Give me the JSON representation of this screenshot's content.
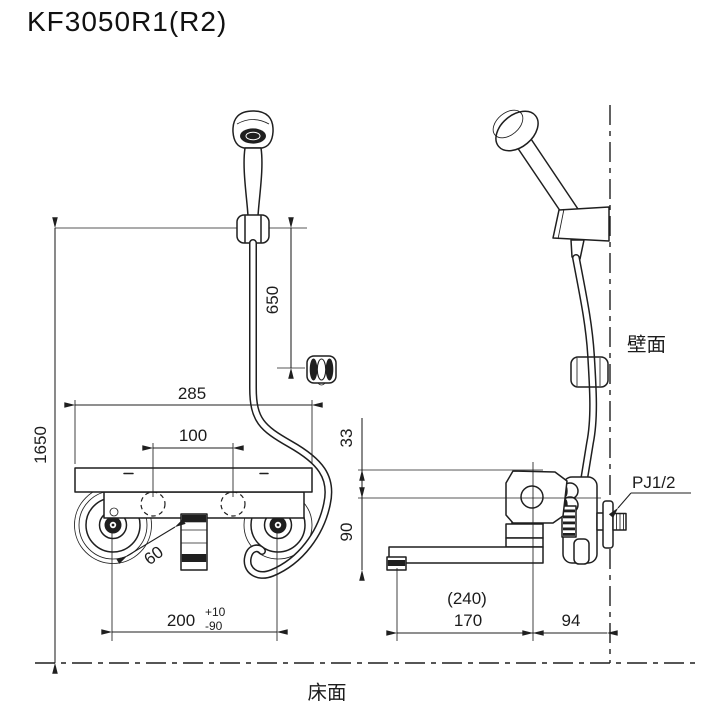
{
  "title": "KF3050R1(R2)",
  "labels": {
    "wall": "壁面",
    "floor": "床面",
    "pipe_thread": "PJ1/2"
  },
  "front_view": {
    "overall_height": "1650",
    "hose_drop": "650",
    "body_width": "285",
    "hole_pitch": "100",
    "handle_diameter": "60",
    "supply_pitch": "200",
    "supply_pitch_tol_upper": "+10",
    "supply_pitch_tol_lower": "-90"
  },
  "side_view": {
    "center_to_top": "33",
    "center_to_spout": "90",
    "spout_reach_ref": "(240)",
    "spout_reach": "170",
    "wall_to_center": "94"
  }
}
